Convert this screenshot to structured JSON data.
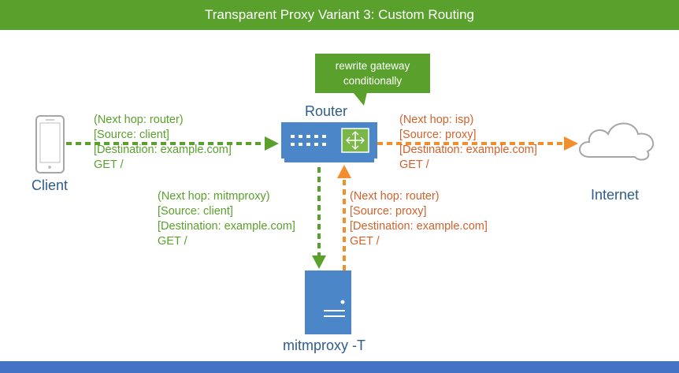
{
  "title": "Transparent Proxy Variant 3: Custom Routing",
  "callout": {
    "lines": [
      "rewrite gateway",
      "conditionally"
    ]
  },
  "nodes": {
    "client": "Client",
    "router": "Router",
    "internet": "Internet",
    "proxy": "mitmproxy -T"
  },
  "flows": {
    "client_to_router": {
      "color": "#5aa02c",
      "lines": [
        "(Next hop: router)",
        "[Source: client]",
        "[Destination: example.com]",
        "GET /"
      ]
    },
    "router_to_internet": {
      "color": "#f28e2b",
      "lines": [
        "(Next hop: isp)",
        "[Source: proxy]",
        "[Destination: example.com]",
        "GET /"
      ]
    },
    "router_to_proxy": {
      "color": "#5aa02c",
      "lines": [
        "(Next hop: mitmproxy)",
        "[Source: client]",
        "[Destination: example.com]",
        "GET /"
      ]
    },
    "proxy_to_router": {
      "color": "#f28e2b",
      "lines": [
        "(Next hop: router)",
        "[Source: proxy]",
        "[Destination: example.com]",
        "GET /"
      ]
    }
  },
  "colors": {
    "title_bar": "#5aa02c",
    "node_blue": "#4a86c8",
    "label_blue": "#2e5d8a",
    "bottom_bar": "#4472c4"
  }
}
